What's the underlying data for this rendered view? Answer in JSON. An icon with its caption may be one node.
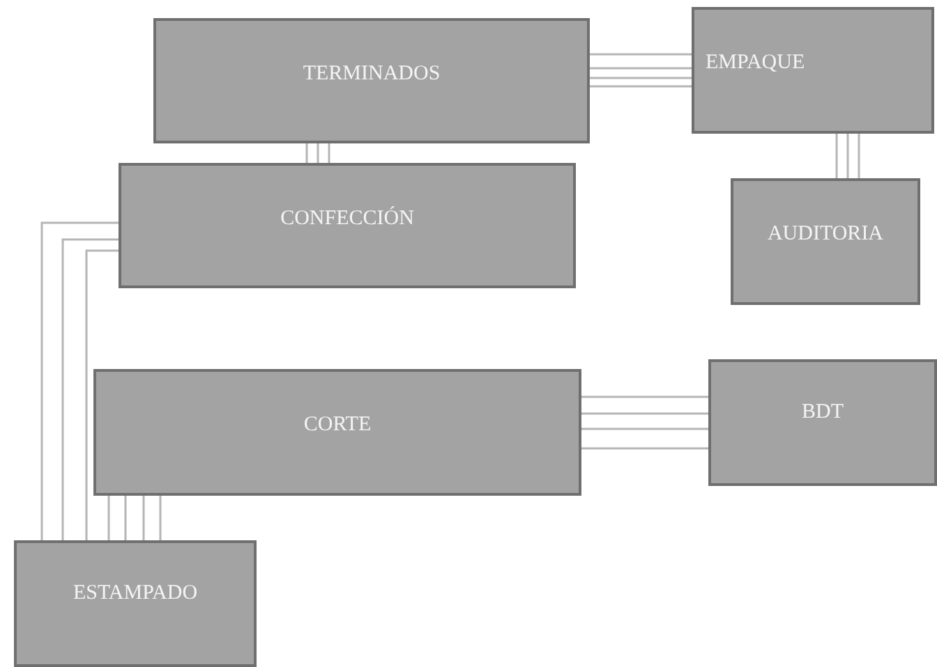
{
  "diagram": {
    "nodes": [
      {
        "text": [
          "TERMINADOS"
        ]
      },
      {
        "text": [
          "EMPAQUE"
        ]
      },
      {
        "text": [
          "CONFECCIÓN"
        ]
      },
      {
        "text": [
          "AUDITORIA"
        ]
      },
      {
        "text": [
          "CORTE"
        ]
      },
      {
        "text": [
          "BDT"
        ]
      },
      {
        "text": [
          "ESTAMPADO"
        ]
      }
    ],
    "edges": [
      {
        "from": 0,
        "to": 1,
        "arrow": "none"
      },
      {
        "from": 0,
        "to": 2,
        "arrow": "none"
      },
      {
        "from": 1,
        "to": 3,
        "arrow": "none"
      },
      {
        "from": 2,
        "to": 6,
        "arrow": "none"
      },
      {
        "from": 4,
        "to": 5,
        "arrow": "none"
      },
      {
        "from": 4,
        "to": 6,
        "arrow": "none"
      }
    ]
  }
}
